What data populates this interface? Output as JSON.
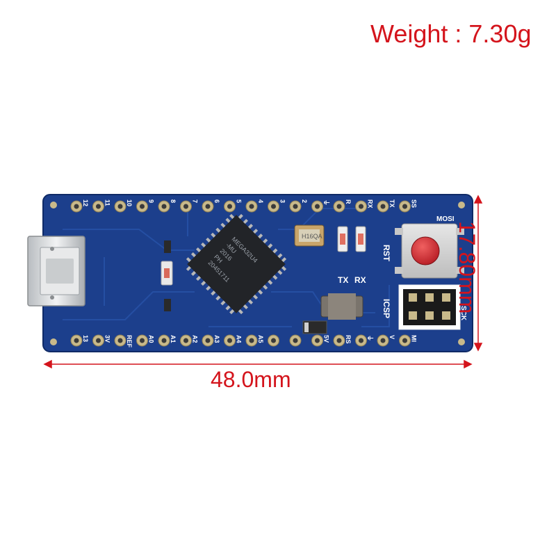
{
  "annotations": {
    "weight": "Weight : 7.30g",
    "width": "48.0mm",
    "height": "17.80mm"
  },
  "board": {
    "chip_marking": [
      "MEGA32U4",
      "-MU",
      "2016",
      "PH",
      "20451711"
    ],
    "crystal_marking": "H16QA",
    "led_labels": [
      "TX",
      "RX"
    ],
    "button_label": "RST",
    "header_label": "ICSP",
    "header_pins": [
      "MOSI",
      "SCK"
    ],
    "top_pin_labels": [
      "12",
      "11",
      "10",
      "9",
      "8",
      "7",
      "6",
      "5",
      "4",
      "3",
      "2",
      "⏚",
      "R",
      "RX",
      "TX",
      "SS"
    ],
    "bottom_pin_labels": [
      "13",
      "3V",
      "REF",
      "A0",
      "A1",
      "A2",
      "A3",
      "A4",
      "A5",
      "",
      "",
      "5V",
      "RS",
      "⏚",
      "V",
      "MI"
    ]
  },
  "colors": {
    "annotation": "#d4141c",
    "pcb": "#1c3f8c",
    "pcb_dark": "#0f2a66",
    "pad": "#c8b98a"
  }
}
